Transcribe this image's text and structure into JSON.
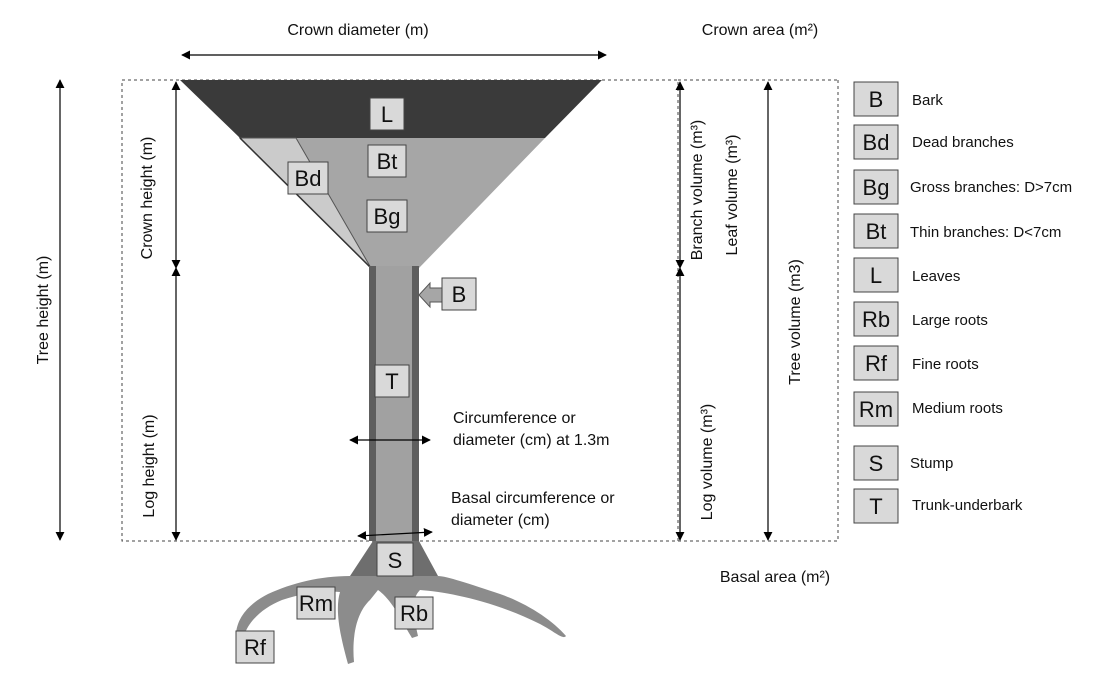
{
  "dimensions": {
    "crown_diameter": "Crown diameter (m)",
    "crown_area": "Crown area (m²)",
    "tree_height": "Tree height (m)",
    "crown_height": "Crown height (m)",
    "log_height": "Log height (m)",
    "branch_volume": "Branch volume (m³)",
    "leaf_volume": "Leaf volume (m³)",
    "tree_volume": "Tree volume (m3)",
    "log_volume": "Log volume (m³)",
    "circumference_line1": "Circumference or",
    "circumference_line2": "diameter (cm) at 1.3m",
    "basal_line1": "Basal circumference or",
    "basal_line2": "diameter (cm)",
    "basal_area": "Basal area (m²)"
  },
  "parts": {
    "leaves": "L",
    "thin_branches": "Bt",
    "dead_branches": "Bd",
    "gross_branches": "Bg",
    "bark": "B",
    "trunk": "T",
    "stump": "S",
    "medium_roots": "Rm",
    "large_roots": "Rb",
    "fine_roots": "Rf"
  },
  "legend": [
    {
      "code": "B",
      "label": "Bark"
    },
    {
      "code": "Bd",
      "label": "Dead branches"
    },
    {
      "code": "Bg",
      "label": "Gross branches: D>7cm"
    },
    {
      "code": "Bt",
      "label": "Thin branches: D<7cm"
    },
    {
      "code": "L",
      "label": "Leaves"
    },
    {
      "code": "Rb",
      "label": "Large roots"
    },
    {
      "code": "Rf",
      "label": "Fine roots"
    },
    {
      "code": "Rm",
      "label": "Medium roots"
    },
    {
      "code": "S",
      "label": "Stump"
    },
    {
      "code": "T",
      "label": "Trunk-underbark"
    }
  ],
  "colors": {
    "leaves": "#3a3a3a",
    "branches": "#a6a6a6",
    "dead_branches": "#c8c8c8",
    "trunk": "#9e9e9e",
    "bark": "#5e5e5e",
    "stump": "#6e6e6e",
    "roots": "#8c8c8c",
    "label_box": "#d9d9d9"
  }
}
